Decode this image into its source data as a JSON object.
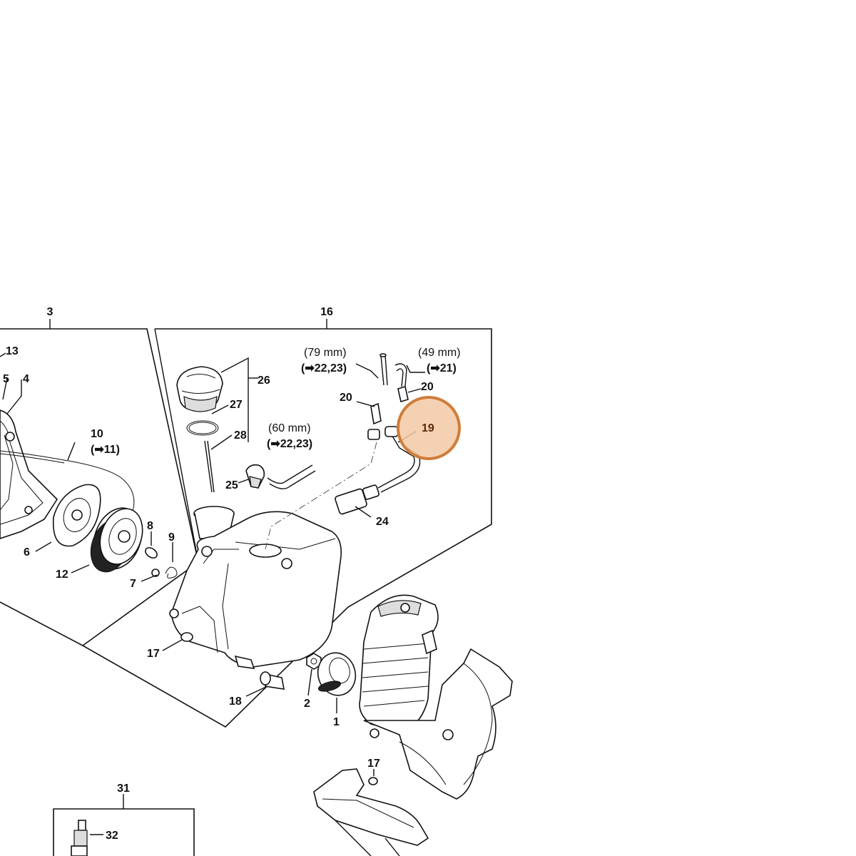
{
  "callouts": {
    "c1": "1",
    "c2": "2",
    "c3": "3",
    "c4": "4",
    "c5": "5",
    "c6": "6",
    "c7": "7",
    "c8": "8",
    "c9": "9",
    "c10": "10",
    "c10_ref": "(➡11)",
    "c12": "12",
    "c13": "13",
    "c16": "16",
    "c17a": "17",
    "c17b": "17",
    "c18": "18",
    "c19": "19",
    "c20a": "20",
    "c20b": "20",
    "c24": "24",
    "c25": "25",
    "c26": "26",
    "c27": "27",
    "c28": "28",
    "c31": "31",
    "c32": "32",
    "hose79_len": "(79 mm)",
    "hose79_ref": "(➡22,23)",
    "hose49_len": "(49 mm)",
    "hose49_ref": "(➡21)",
    "hose60_len": "(60 mm)",
    "hose60_ref": "(➡22,23)"
  },
  "highlight": {
    "color": "#e8a36b",
    "fill": "#f2c9a4",
    "part": "19"
  }
}
